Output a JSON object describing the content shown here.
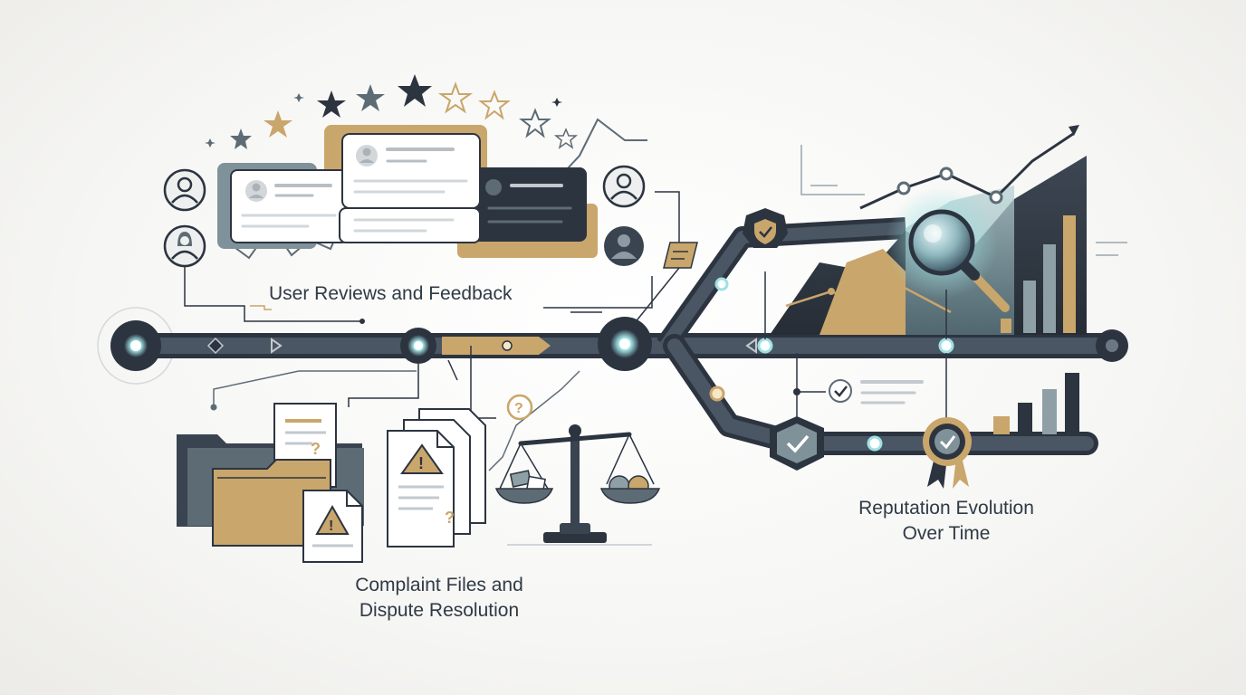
{
  "sections": {
    "reviews": {
      "caption": "User Reviews and Feedback"
    },
    "complaints": {
      "caption_line1": "Complaint Files and",
      "caption_line2": "Dispute Resolution"
    },
    "reputation": {
      "caption_line1": "Reputation Evolution",
      "caption_line2": "Over Time"
    }
  },
  "icons": {
    "question_mark": "?",
    "warning_mark": "!"
  },
  "palette": {
    "navy": "#2c3440",
    "slate": "#5d6b75",
    "gold": "#c9a66b",
    "teal_glow": "#7fd3d6",
    "light_panel": "#ffffff",
    "sage": "#8ea0a6"
  }
}
